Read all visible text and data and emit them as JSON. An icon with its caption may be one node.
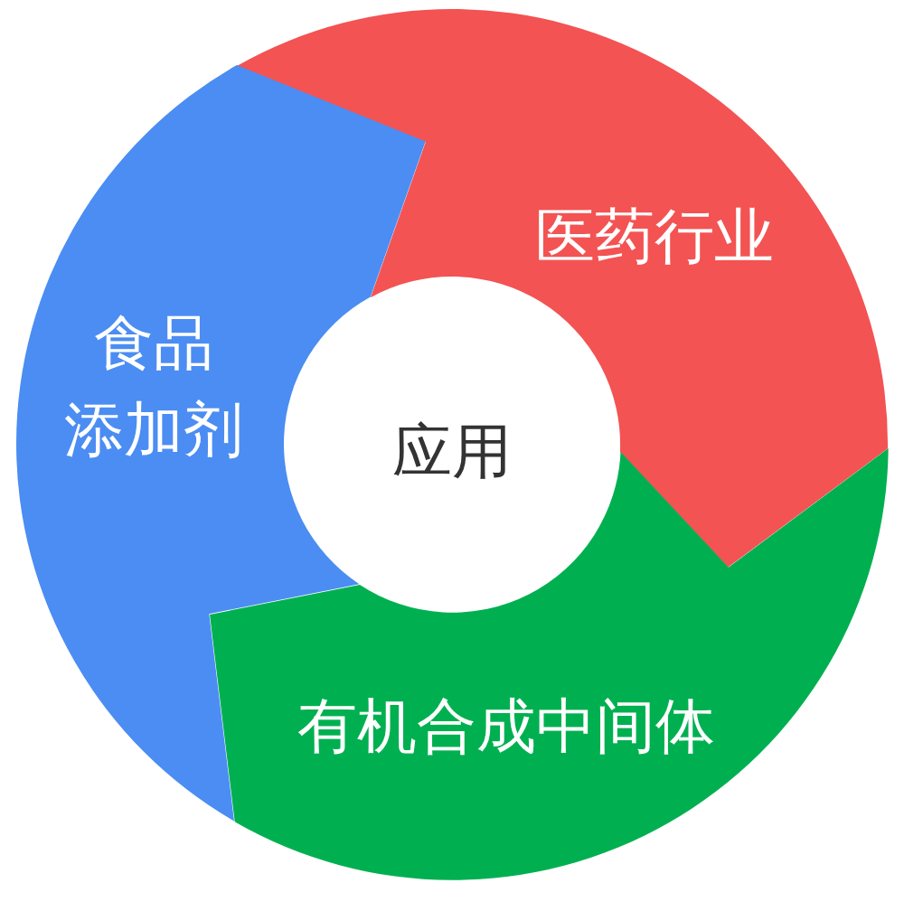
{
  "diagram": {
    "nodes": [
      {
        "text": [
          "应用"
        ]
      },
      {
        "text": [
          "医药行业"
        ]
      },
      {
        "text": [
          "有机合成中间体"
        ]
      },
      {
        "text": [
          "食品添加剂"
        ]
      }
    ]
  }
}
